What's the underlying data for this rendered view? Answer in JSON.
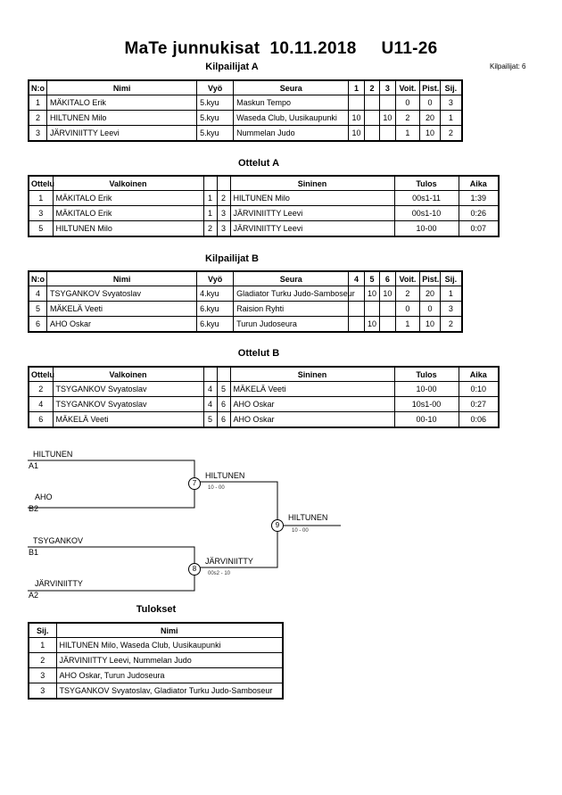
{
  "header": {
    "title": "MaTe junnukisat  10.11.2018     U11-26",
    "participants_count": "Kilpailijat: 6"
  },
  "pool_a": {
    "title": "Kilpailijat A",
    "columns": [
      "N:o",
      "Nimi",
      "Vyö",
      "Seura",
      "1",
      "2",
      "3",
      "Voit.",
      "Pist.",
      "Sij."
    ],
    "rows": [
      [
        "1",
        "MÄKITALO Erik",
        "5.kyu",
        "Maskun Tempo",
        "",
        "",
        "",
        "0",
        "0",
        "3"
      ],
      [
        "2",
        "HILTUNEN Milo",
        "5.kyu",
        "Waseda Club, Uusikaupunki",
        "10",
        "",
        "10",
        "2",
        "20",
        "1"
      ],
      [
        "3",
        "JÄRVINIITTY Leevi",
        "5.kyu",
        "Nummelan Judo",
        "10",
        "",
        "",
        "1",
        "10",
        "2"
      ]
    ]
  },
  "matches_a": {
    "title": "Ottelut A",
    "columns": [
      "Ottelu",
      "Valkoinen",
      "",
      "",
      "Sininen",
      "Tulos",
      "Aika"
    ],
    "rows": [
      [
        "1",
        "MÄKITALO Erik",
        "1",
        "2",
        "HILTUNEN Milo",
        "00s1-11",
        "1:39"
      ],
      [
        "3",
        "MÄKITALO Erik",
        "1",
        "3",
        "JÄRVINIITTY Leevi",
        "00s1-10",
        "0:26"
      ],
      [
        "5",
        "HILTUNEN Milo",
        "2",
        "3",
        "JÄRVINIITTY Leevi",
        "10-00",
        "0:07"
      ]
    ]
  },
  "pool_b": {
    "title": "Kilpailijat B",
    "columns": [
      "N:o",
      "Nimi",
      "Vyö",
      "Seura",
      "4",
      "5",
      "6",
      "Voit.",
      "Pist.",
      "Sij."
    ],
    "rows": [
      [
        "4",
        "TSYGANKOV Svyatoslav",
        "4.kyu",
        "Gladiator Turku Judo-Samboseur",
        "",
        "10",
        "10",
        "2",
        "20",
        "1"
      ],
      [
        "5",
        "MÄKELÄ Veeti",
        "6.kyu",
        "Raision Ryhti",
        "",
        "",
        "",
        "0",
        "0",
        "3"
      ],
      [
        "6",
        "AHO Oskar",
        "6.kyu",
        "Turun Judoseura",
        "",
        "10",
        "",
        "1",
        "10",
        "2"
      ]
    ]
  },
  "matches_b": {
    "title": "Ottelut B",
    "columns": [
      "Ottelu",
      "Valkoinen",
      "",
      "",
      "Sininen",
      "Tulos",
      "Aika"
    ],
    "rows": [
      [
        "2",
        "TSYGANKOV Svyatoslav",
        "4",
        "5",
        "MÄKELÄ Veeti",
        "10-00",
        "0:10"
      ],
      [
        "4",
        "TSYGANKOV Svyatoslav",
        "4",
        "6",
        "AHO Oskar",
        "10s1-00",
        "0:27"
      ],
      [
        "6",
        "MÄKELÄ Veeti",
        "5",
        "6",
        "AHO Oskar",
        "00-10",
        "0:06"
      ]
    ]
  },
  "bracket": {
    "p1_name": "HILTUNEN",
    "p1_seed": "A1",
    "p2_name": "AHO",
    "p2_seed": "B2",
    "p3_name": "TSYGANKOV",
    "p3_seed": "B1",
    "p4_name": "JÄRVINIITTY",
    "p4_seed": "A2",
    "m7_no": "7",
    "m7_winner": "HILTUNEN",
    "m7_score": "10 - 00",
    "m8_no": "8",
    "m8_winner": "JÄRVINIITTY",
    "m8_score": "00s2 - 10",
    "m9_no": "9",
    "m9_winner": "HILTUNEN",
    "m9_score": "10 - 00"
  },
  "results": {
    "title": "Tulokset",
    "columns": [
      "Sij.",
      "Nimi"
    ],
    "rows": [
      [
        "1",
        "HILTUNEN Milo, Waseda Club, Uusikaupunki"
      ],
      [
        "2",
        "JÄRVINIITTY Leevi, Nummelan Judo"
      ],
      [
        "3",
        "AHO Oskar, Turun Judoseura"
      ],
      [
        "3",
        "TSYGANKOV Svyatoslav, Gladiator Turku Judo-Samboseur"
      ]
    ]
  }
}
